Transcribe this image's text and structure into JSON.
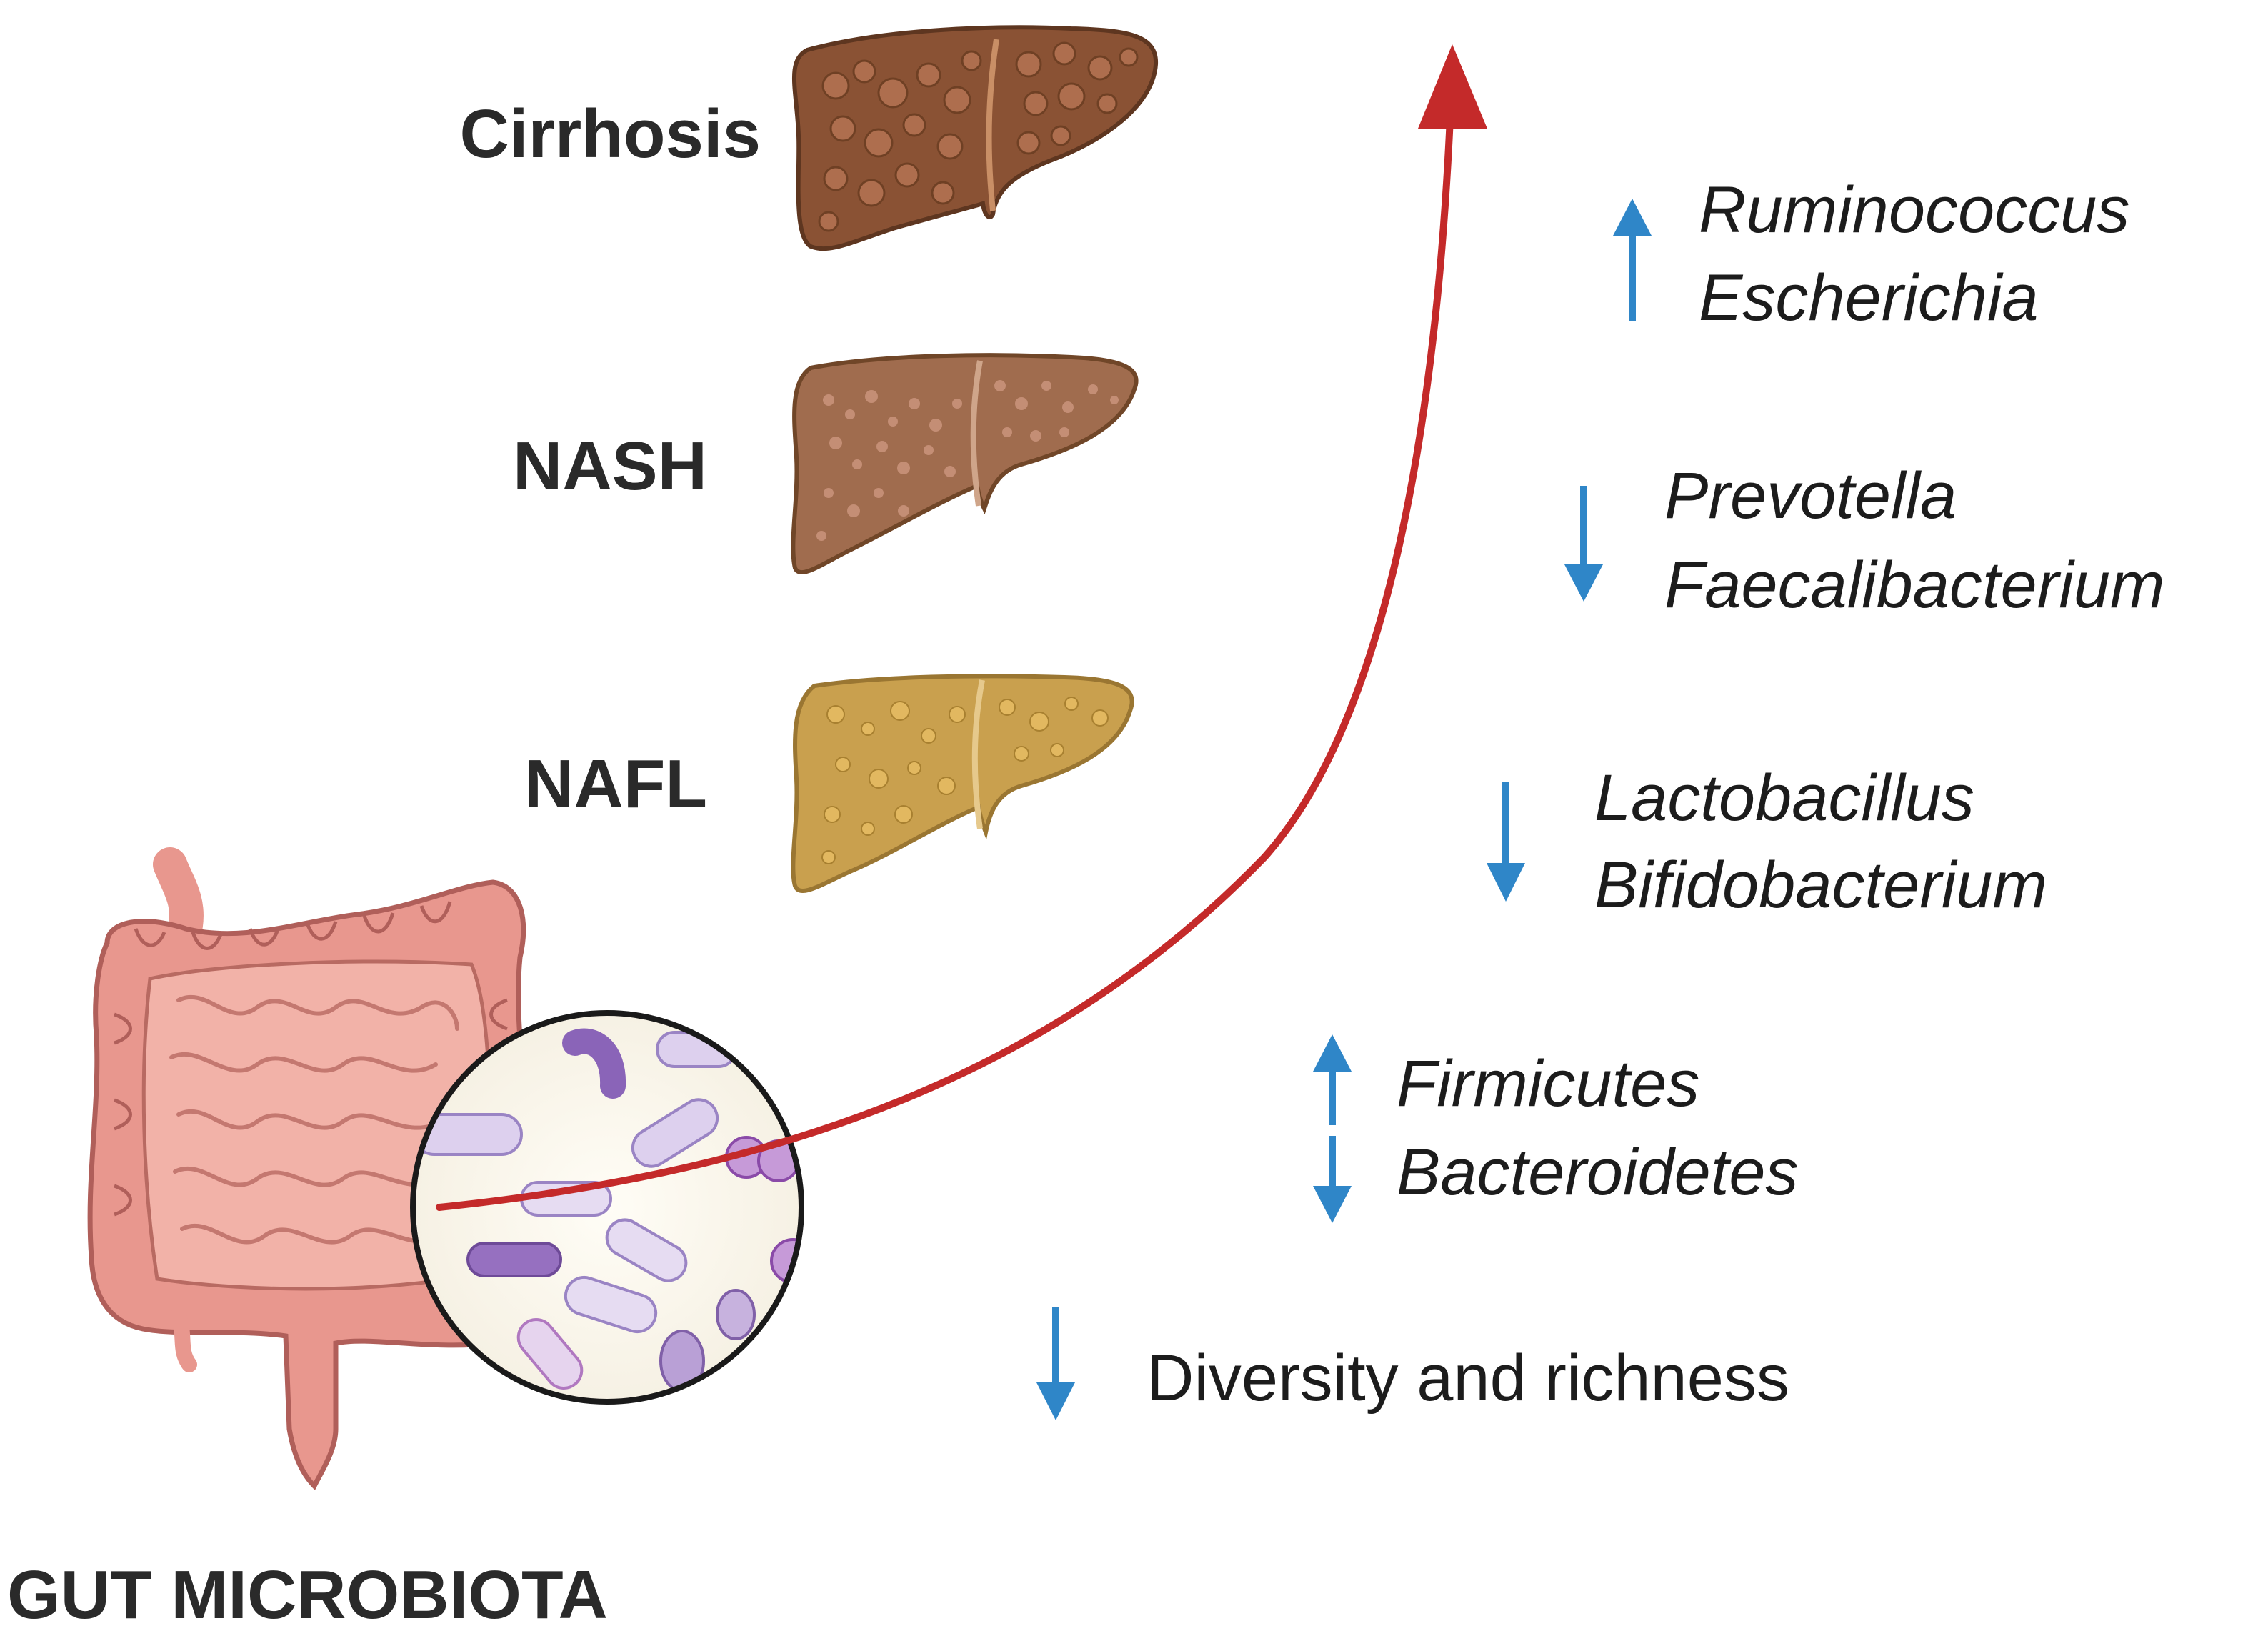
{
  "colors": {
    "progression_arrow": "#c42a2a",
    "change_arrow": "#2f86c8",
    "liver_cirrhosis": "#8a5234",
    "liver_nash": "#a06c4e",
    "liver_nafl": "#c9a04e",
    "gut": "#e8978e",
    "bacteria": "#a98cd0"
  },
  "stages": {
    "cirrhosis": "Cirrhosis",
    "nash": "NASH",
    "nafl": "NAFL"
  },
  "changes": [
    {
      "direction": "up",
      "taxa": [
        "Ruminococcus",
        "Escherichia"
      ]
    },
    {
      "direction": "down",
      "taxa": [
        "Prevotella",
        "Faecalibacterium"
      ]
    },
    {
      "direction": "down",
      "taxa": [
        "Lactobacillus",
        "Bifidobacterium"
      ]
    },
    {
      "direction": "up-down",
      "taxa": [
        "Firmicutes",
        "Bacteroidetes"
      ]
    },
    {
      "direction": "down",
      "label": "Diversity and richness"
    }
  ],
  "gut_label": "GUT MICROBIOTA"
}
